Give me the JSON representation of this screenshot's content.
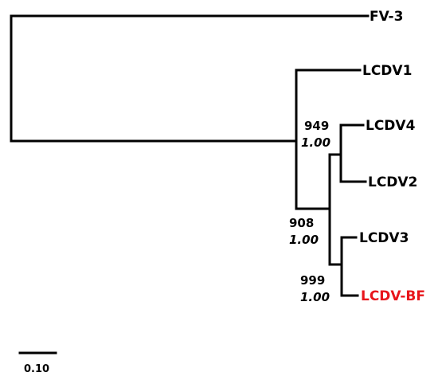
{
  "tree": {
    "leaves": {
      "fv3": "FV-3",
      "lcdv1": "LCDV1",
      "lcdv4": "LCDV4",
      "lcdv2": "LCDV2",
      "lcdv3": "LCDV3",
      "lcdvbf": "LCDV-BF"
    },
    "nodes": {
      "lcdv4_lcdv2": {
        "bootstrap": "949",
        "posterior": "1.00"
      },
      "ingroup": {
        "bootstrap": "908",
        "posterior": "1.00"
      },
      "lcdv3_lcdvbf": {
        "bootstrap": "999",
        "posterior": "1.00"
      }
    },
    "scale_bar": {
      "label": "0.10",
      "value": 0.1
    },
    "highlight_color": "#e8151b"
  }
}
